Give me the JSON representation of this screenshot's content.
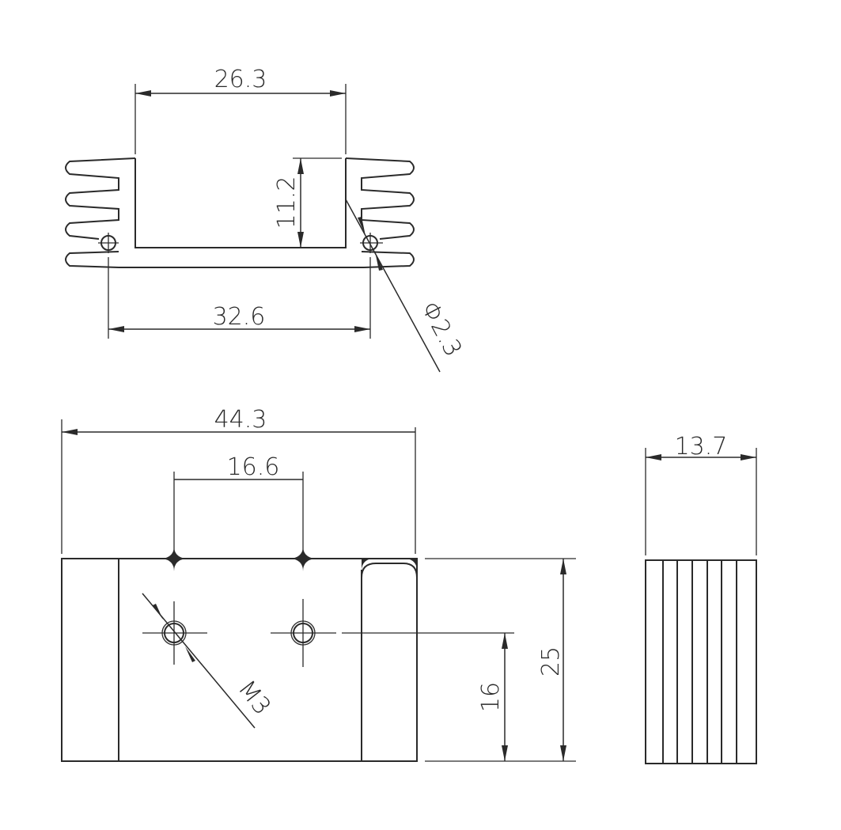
{
  "drawing": {
    "top_view": {
      "inner_width": "26.3",
      "channel_depth": "11.2",
      "hole_spacing": "32.6",
      "hole_diameter": "Φ2.3"
    },
    "front_view": {
      "overall_length": "44.3",
      "hole_spacing": "16.6",
      "hole_height": "16",
      "overall_height": "25",
      "thread": "M3"
    },
    "side_view": {
      "width": "13.7"
    }
  }
}
